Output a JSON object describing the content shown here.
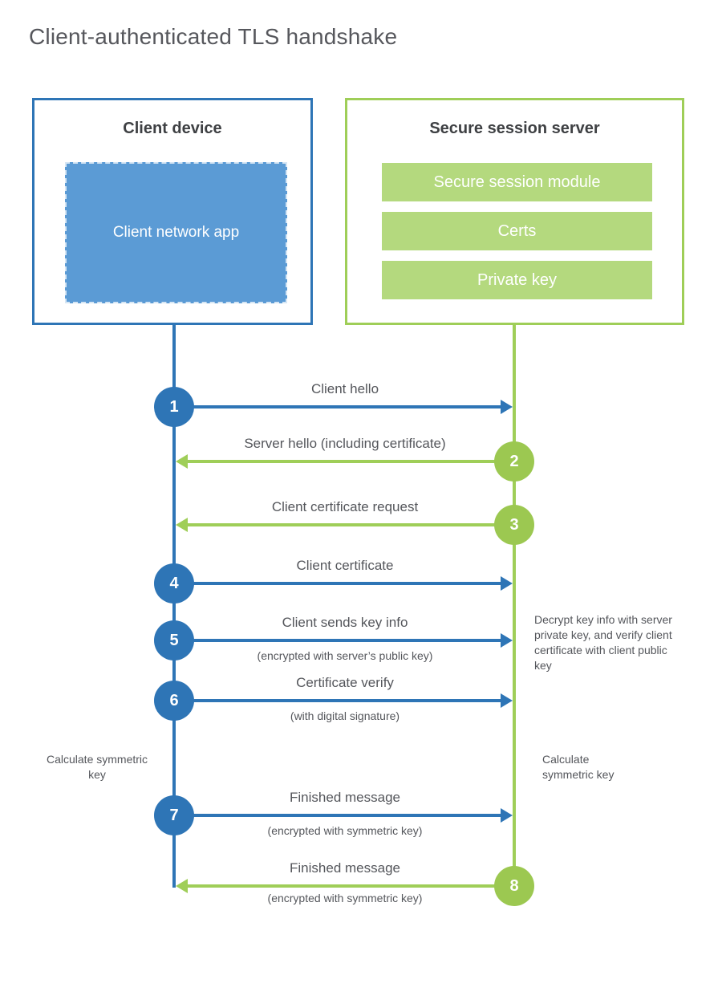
{
  "title": "Client-authenticated TLS handshake",
  "client_box": {
    "title": "Client device",
    "app_label": "Client network app"
  },
  "server_box": {
    "title": "Secure session server",
    "modules": [
      "Secure session module",
      "Certs",
      "Private key"
    ]
  },
  "messages": [
    {
      "number": "1",
      "label": "Client hello",
      "direction": "right",
      "color": "blue"
    },
    {
      "number": "2",
      "label": "Server hello (including certificate)",
      "direction": "left",
      "color": "green"
    },
    {
      "number": "3",
      "label": "Client certificate request",
      "direction": "left",
      "color": "green"
    },
    {
      "number": "4",
      "label": "Client certificate",
      "direction": "right",
      "color": "blue"
    },
    {
      "number": "5",
      "label": "Client sends key info",
      "sublabel": "(encrypted with server’s public key)",
      "direction": "right",
      "color": "blue"
    },
    {
      "number": "6",
      "label": "Certificate verify",
      "sublabel": "(with digital signature)",
      "direction": "right",
      "color": "blue"
    },
    {
      "number": "7",
      "label": "Finished message",
      "sublabel": "(encrypted with symmetric key)",
      "direction": "right",
      "color": "blue"
    },
    {
      "number": "8",
      "label": "Finished message",
      "sublabel": "(encrypted with symmetric key)",
      "direction": "left",
      "color": "green"
    }
  ],
  "notes": {
    "decrypt_note": "Decrypt key info with server private key, and verify client certificate with client public key",
    "calculate_left": "Calculate symmetric key",
    "calculate_right": "Calculate symmetric key"
  },
  "colors": {
    "blue": "#2e75b6",
    "blue_fill": "#5b9bd5",
    "green": "#9fce58",
    "green_fill": "#b4d97e"
  }
}
